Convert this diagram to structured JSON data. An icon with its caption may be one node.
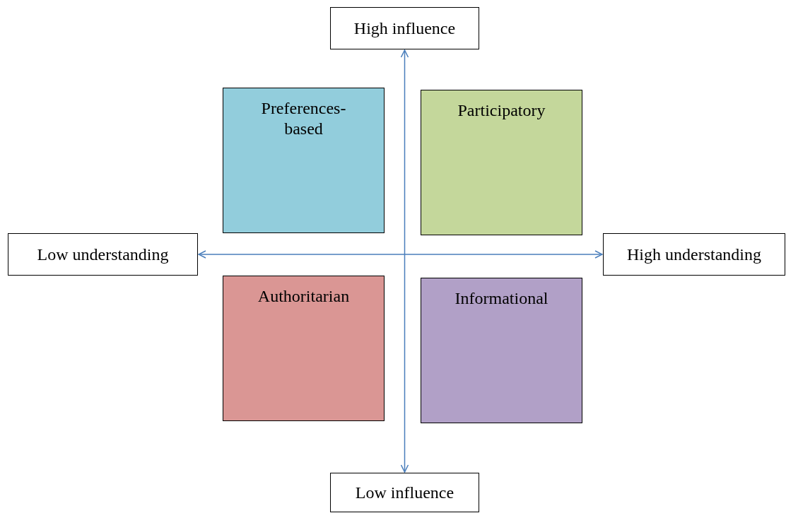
{
  "diagram": {
    "nodes": [
      {
        "text": [
          "High influence"
        ]
      },
      {
        "text": [
          "Preferences-based"
        ]
      },
      {
        "text": [
          "Participatory"
        ]
      },
      {
        "text": [
          "Low understanding"
        ]
      },
      {
        "text": [
          "High understanding"
        ]
      },
      {
        "text": [
          "Authoritarian"
        ]
      },
      {
        "text": [
          "Informational"
        ]
      },
      {
        "text": [
          "Low influence"
        ]
      }
    ],
    "edges": [
      {
        "from": 3,
        "to": 4,
        "arrow": "both"
      },
      {
        "from": 0,
        "to": 7,
        "arrow": "both"
      }
    ]
  }
}
